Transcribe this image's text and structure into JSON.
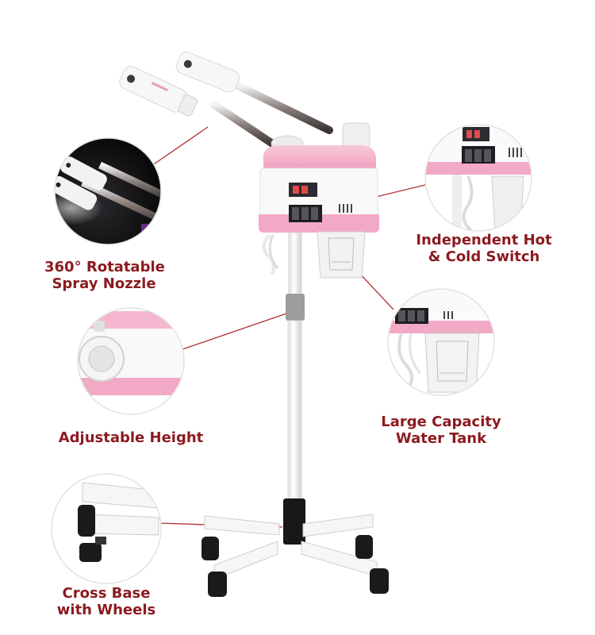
{
  "accent_color": "#8b1a1f",
  "product": "pink facial steamer on stand",
  "features": [
    {
      "id": "spray-nozzle",
      "line1": "360° Rotatable",
      "line2": "Spray Nozzle"
    },
    {
      "id": "hot-cold-switch",
      "line1": "Independent Hot",
      "line2": "& Cold Switch"
    },
    {
      "id": "adjustable-height",
      "line1": "Adjustable Height",
      "line2": ""
    },
    {
      "id": "water-tank",
      "line1": "Large Capacity",
      "line2": "Water Tank"
    },
    {
      "id": "cross-base",
      "line1": "Cross Base",
      "line2": "with Wheels"
    }
  ]
}
